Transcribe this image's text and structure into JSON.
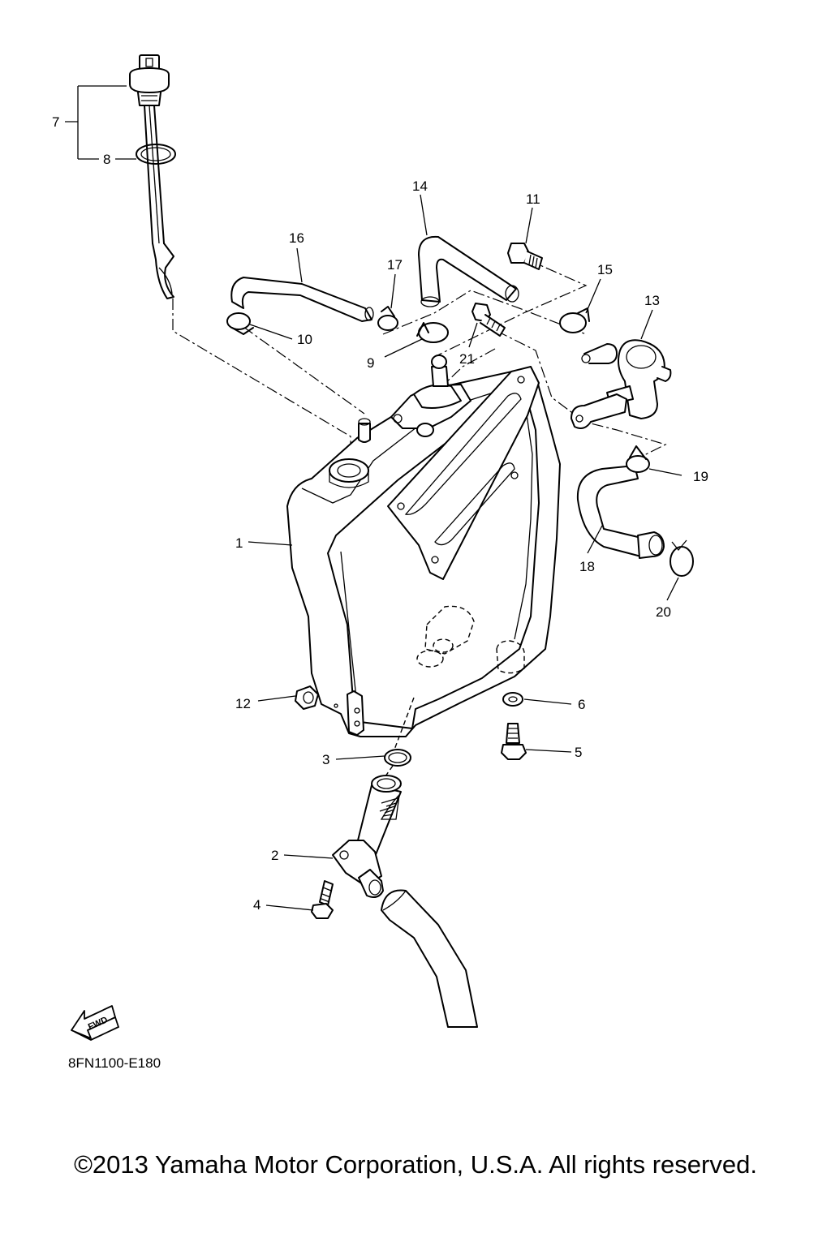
{
  "diagram": {
    "code": "8FN1100-E180",
    "fwd_label": "FWD",
    "callouts": [
      "1",
      "2",
      "3",
      "4",
      "5",
      "6",
      "7",
      "8",
      "9",
      "10",
      "11",
      "12",
      "13",
      "14",
      "15",
      "16",
      "17",
      "18",
      "19",
      "20",
      "21"
    ]
  },
  "footer": {
    "copyright": "©2013 Yamaha Motor Corporation, U.S.A. All rights reserved."
  }
}
